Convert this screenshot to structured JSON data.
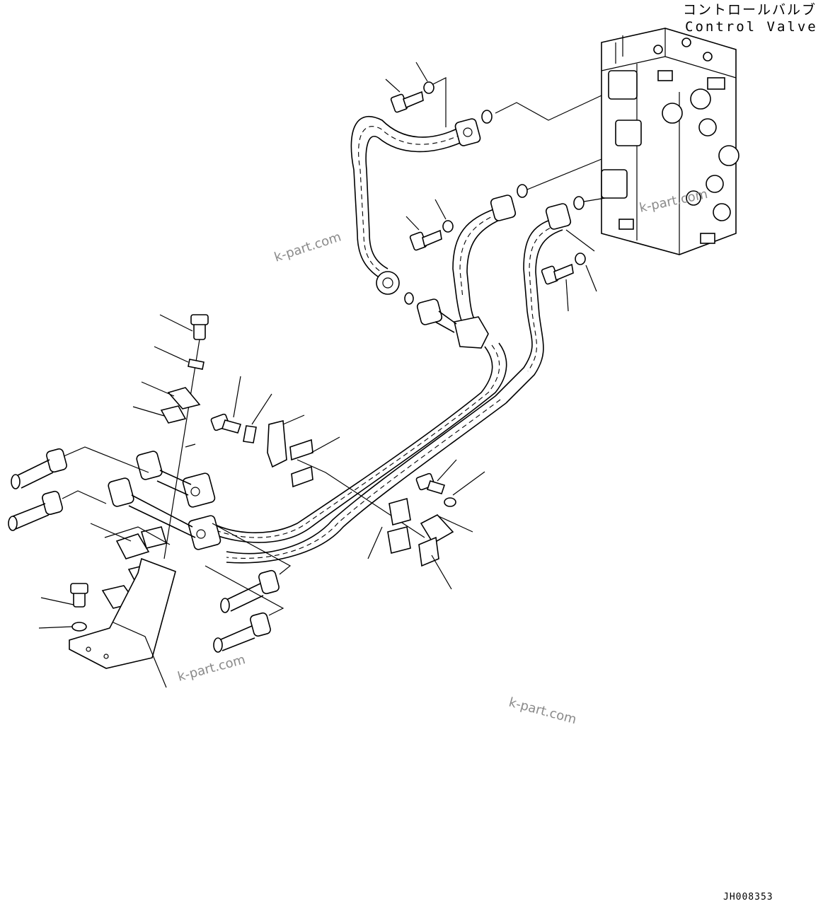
{
  "diagram": {
    "component_label_jp": "コントロールバルブ",
    "component_label_en": "Control Valve",
    "drawing_code": "JH008353",
    "watermarks": [
      "k-part.com",
      "k-part.com",
      "k-part.com",
      "k-part.com"
    ]
  }
}
